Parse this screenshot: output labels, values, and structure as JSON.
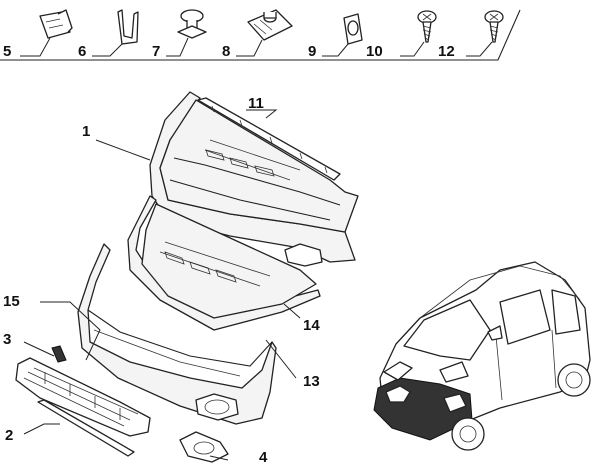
{
  "callouts": {
    "c1": "1",
    "c2": "2",
    "c3": "3",
    "c4": "4",
    "c5": "5",
    "c6": "6",
    "c7": "7",
    "c8": "8",
    "c9": "9",
    "c10": "10",
    "c11": "11",
    "c12": "12",
    "c13": "13",
    "c14": "14",
    "c15": "15"
  },
  "colors": {
    "line": "#222222",
    "fill": "#f4f4f4",
    "highlight": "#333333"
  }
}
